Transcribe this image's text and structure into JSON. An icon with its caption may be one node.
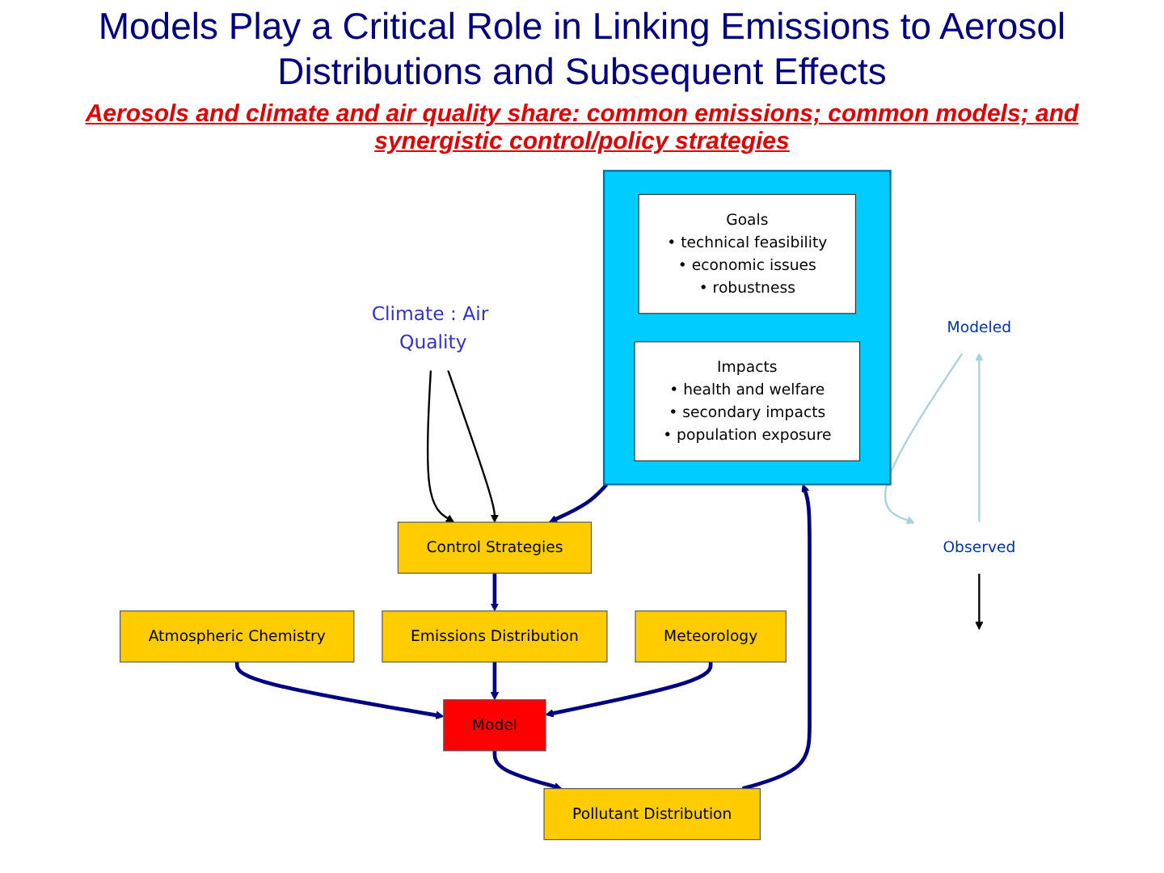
{
  "diagram": {
    "title": "Models Play a Critical Role in Linking Emissions to Aerosol Distributions and Subsequent Effects",
    "nodes": [
      {
        "text": [],
        "shape": "box"
      },
      {
        "text": [
          "Goals",
          "• technical feasibility",
          "• economic issues",
          "• robustness"
        ],
        "in": 0
      },
      {
        "text": [
          "Impacts",
          "• health and welfare",
          "• secondary impacts",
          "• population exposure"
        ],
        "in": 0
      },
      {
        "text": [
          "Atmospheric Chemistry"
        ]
      },
      {
        "text": [
          "Control Strategies"
        ]
      },
      {
        "text": [
          "Emissions Distribution"
        ]
      },
      {
        "text": [
          "Model"
        ]
      },
      {
        "text": [
          "Pollutant Distribution"
        ]
      },
      {
        "text": [
          "Meteorology"
        ]
      },
      {
        "text": [
          "Climate : Air Quality"
        ]
      },
      {
        "text": [
          "Modeled"
        ]
      },
      {
        "text": [
          "Observed"
        ]
      }
    ],
    "edges": [
      {
        "from": 0,
        "to": 4,
        "arrow": "to"
      },
      {
        "from": 9,
        "to": 4,
        "arrow": "to",
        "color": "#000000"
      },
      {
        "from": 9,
        "to": 4,
        "arrow": "to",
        "color": "#000000"
      },
      {
        "from": 4,
        "to": 5,
        "arrow": "to"
      },
      {
        "from": 5,
        "to": 6,
        "arrow": "to"
      },
      {
        "from": 3,
        "to": 6,
        "arrow": "to"
      },
      {
        "from": 8,
        "to": 6,
        "arrow": "to"
      },
      {
        "from": 6,
        "to": 7,
        "arrow": "to"
      },
      {
        "from": 7,
        "to": 0,
        "arrow": "to"
      },
      {
        "from": 10,
        "to": 11,
        "arrow": "to",
        "color": "#a9d3da"
      },
      {
        "from": 11,
        "to": 10,
        "arrow": "to",
        "color": "#a9d3da"
      },
      {
        "from": 11,
        "to": null,
        "arrow": "to",
        "color": "#000000"
      }
    ],
    "labels": [
      "Aerosols and climate and air quality share: common emissions; common models; and synergistic control/policy strategies"
    ]
  }
}
